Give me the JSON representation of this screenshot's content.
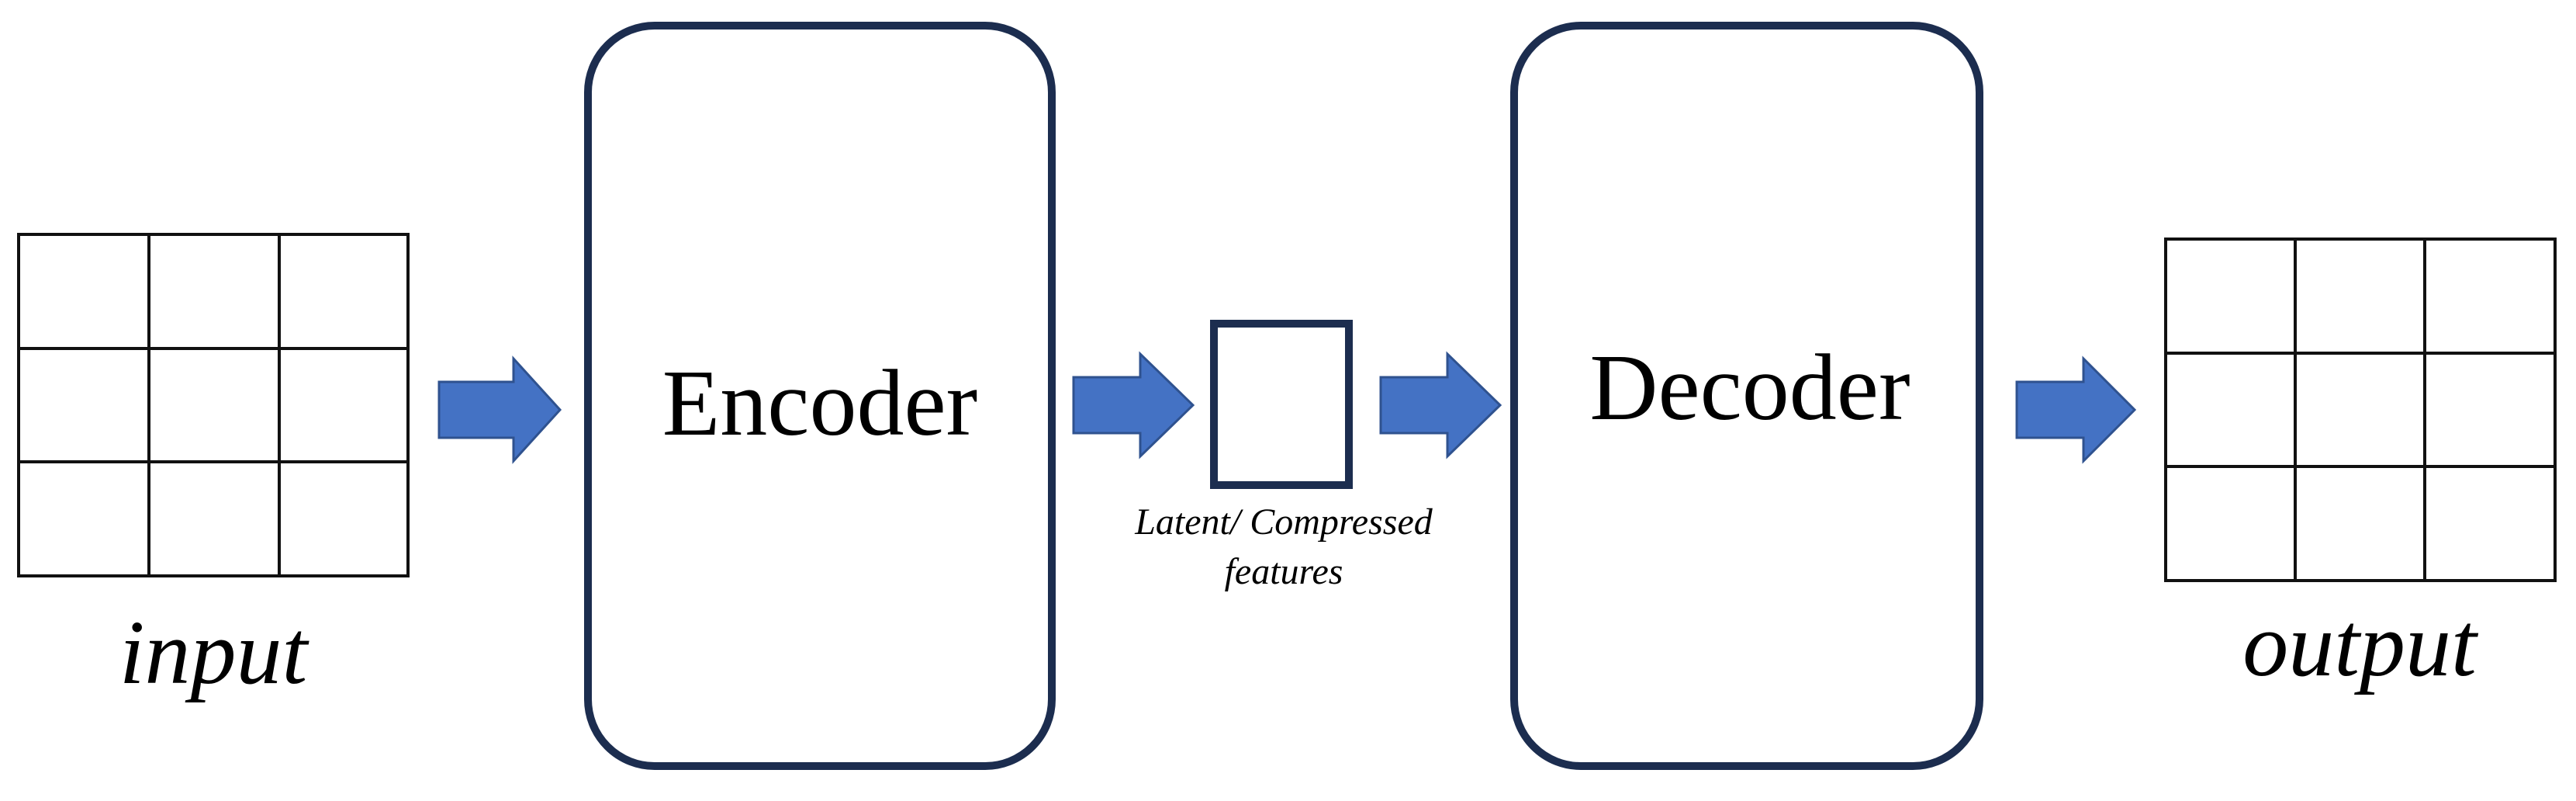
{
  "diagram": {
    "input_label": "input",
    "encoder_label": "Encoder",
    "latent_label_line1": "Latent/ Compressed",
    "latent_label_line2": "features",
    "decoder_label": "Decoder",
    "output_label": "output"
  },
  "colors": {
    "arrow_fill": "#4472c4",
    "arrow_stroke": "#2f528f",
    "box_stroke": "#1c2d4f",
    "grid_stroke": "#111111",
    "background": "#ffffff"
  },
  "icons": {
    "arrow": "right-arrow-icon"
  }
}
